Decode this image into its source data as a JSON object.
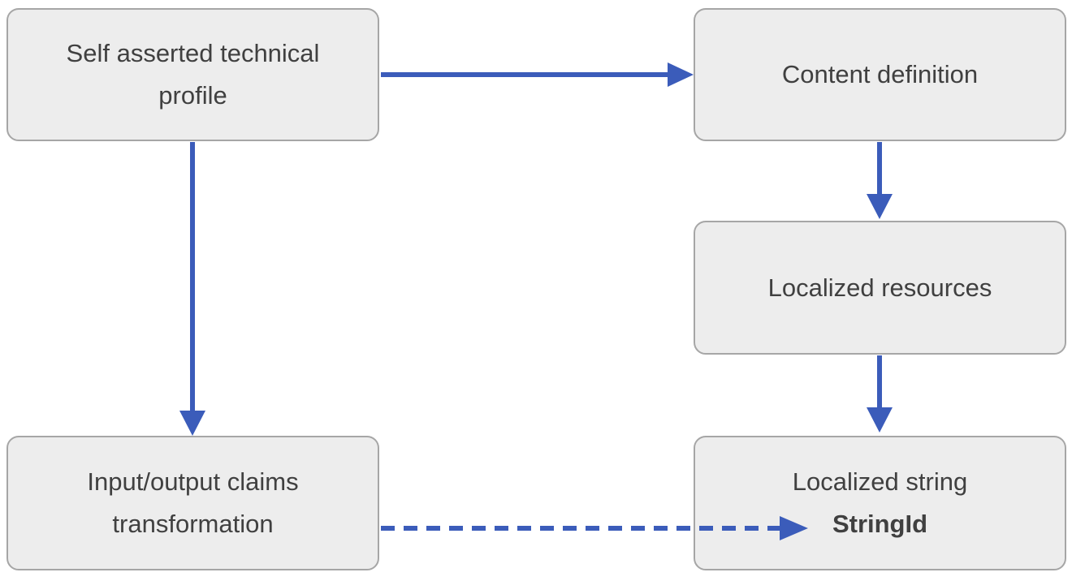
{
  "diagram": {
    "type": "flow-diagram",
    "background": "#ffffff",
    "nodes": {
      "self_asserted": {
        "label": "Self asserted technical profile"
      },
      "content_definition": {
        "label": "Content definition"
      },
      "localized_resources": {
        "label": "Localized resources"
      },
      "localized_string": {
        "label": "Localized string",
        "emphasized_id": "StringId"
      },
      "claims_transformation": {
        "label": "Input/output claims transformation"
      }
    },
    "edges": [
      {
        "from": "self_asserted",
        "to": "content_definition",
        "style": "solid",
        "direction": "right"
      },
      {
        "from": "content_definition",
        "to": "localized_resources",
        "style": "solid",
        "direction": "down"
      },
      {
        "from": "localized_resources",
        "to": "localized_string",
        "style": "solid",
        "direction": "down"
      },
      {
        "from": "self_asserted",
        "to": "claims_transformation",
        "style": "solid",
        "direction": "down"
      },
      {
        "from": "claims_transformation",
        "to": "localized_string",
        "style": "dashed",
        "direction": "right",
        "points_at": "StringId"
      }
    ],
    "colors": {
      "arrow": "#3b5cba",
      "box_fill": "#ededed",
      "box_border": "#a6a6a6",
      "text": "#404040"
    }
  }
}
